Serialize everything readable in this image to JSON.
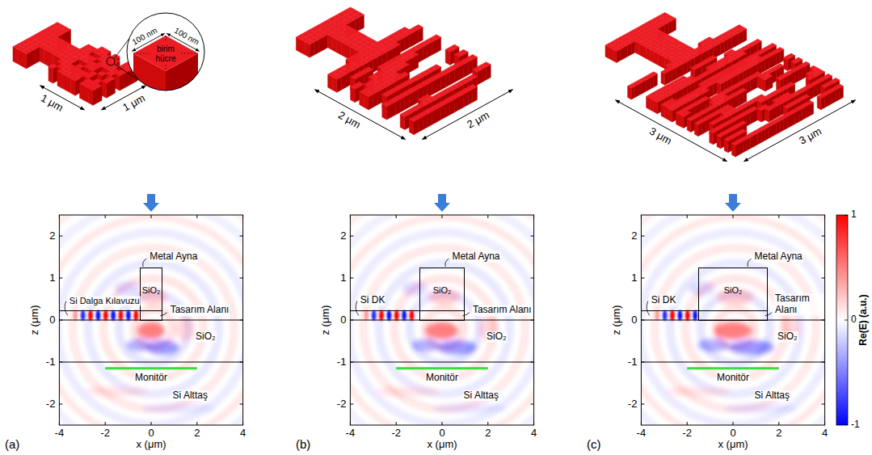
{
  "diagram": {
    "nodes": [
      {
        "text": [
          "SiO₂"
        ]
      },
      {
        "text": [
          "SiO₂"
        ]
      },
      {
        "text": [
          "SiO₂"
        ]
      }
    ],
    "labels": [
      "1 μm",
      "1 μm",
      "100 nm",
      "100 nm",
      "birim hücre",
      "2 μm",
      "2 μm",
      "3 μm",
      "3 μm",
      "2",
      "1",
      "0",
      "-1",
      "-2",
      "-4",
      "-2",
      "0",
      "2",
      "4",
      "z (μm)",
      "x (μm)",
      "Metal Ayna",
      "Tasarım Alanı",
      "Si Dalga Kılavuzu",
      "SiO₂",
      "Monitör",
      "Si Alttaş",
      "(a)",
      "2",
      "1",
      "0",
      "-1",
      "-2",
      "-4",
      "-2",
      "0",
      "2",
      "4",
      "z (μm)",
      "x (μm)",
      "Metal Ayna",
      "Tasarım Alanı",
      "Si DK",
      "SiO₂",
      "Monitör",
      "Si Alttaş",
      "(b)",
      "2",
      "1",
      "0",
      "-1",
      "-2",
      "-4",
      "-2",
      "0",
      "2",
      "4",
      "z (μm)",
      "x (μm)",
      "Metal Ayna",
      "Tasarım Alanı",
      "Si DK",
      "SiO₂",
      "Monitör",
      "Si Alttaş",
      "(c)",
      "1",
      "0",
      "-1",
      "Re(E) (a.u.)"
    ]
  }
}
